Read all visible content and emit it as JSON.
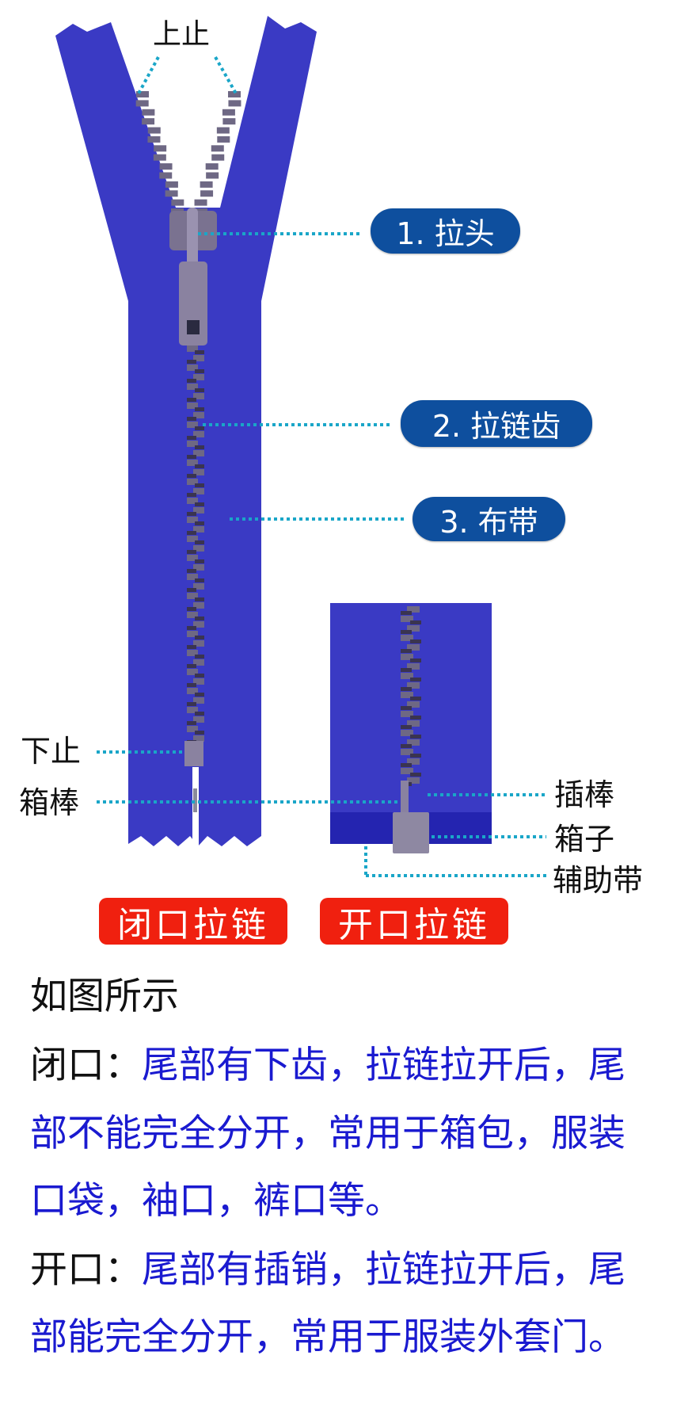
{
  "labels": {
    "top_stop": "上止",
    "slider": "1. 拉头",
    "teeth": "2. 拉链齿",
    "tape": "3. 布带",
    "bottom_stop": "下止",
    "box_pin_closed": "箱棒",
    "insert_pin": "插棒",
    "box": "箱子",
    "reinforcement_tape": "辅助带"
  },
  "buttons": {
    "closed_zipper": "闭口拉链",
    "open_zipper": "开口拉链"
  },
  "description": {
    "intro": "如图所示",
    "closed_prefix": "闭口：",
    "closed_line1": "尾部有下齿，拉链拉开后，尾",
    "closed_line2": "部不能完全分开，常用于箱包，服装",
    "closed_line3": "口袋，袖口，裤口等。",
    "open_prefix": "开口：",
    "open_line1": "尾部有插销，拉链拉开后，尾",
    "open_line2": "部能完全分开，常用于服装外套门。"
  },
  "colors": {
    "tape": "#3a3ac4",
    "teeth": "#6e6884",
    "callout_line": "#1aa6c8",
    "pill": "#0e4f9e",
    "button": "#f0200f",
    "text_blue": "#1a1ad0"
  }
}
